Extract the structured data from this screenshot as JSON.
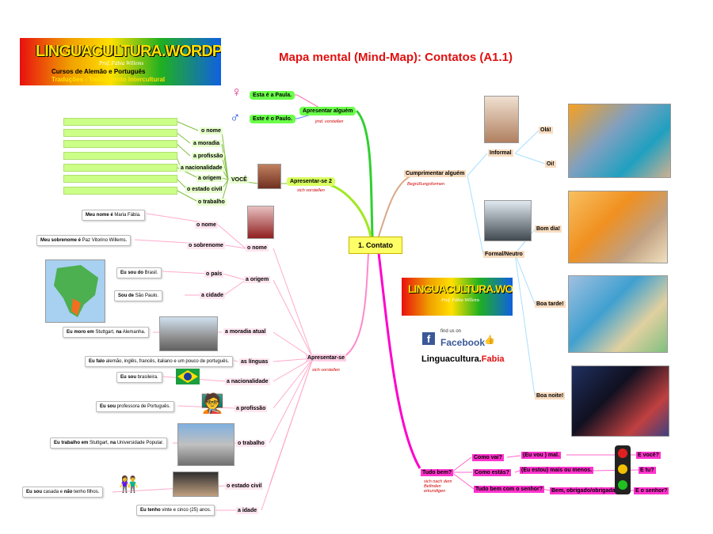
{
  "title": "Mapa mental (Mind-Map): Contatos (A1.1)",
  "central": "1. Contato",
  "logo": {
    "main": "LINGUACULTURA.WORDPRESS.COM",
    "author": "Prof. Fábia Willems",
    "line2": "Cursos de Alemão e Português",
    "line3": "Traduções - Treinamento Intercultural"
  },
  "logo_small": {
    "main": "LINGUACULTURA.WORDPRESS.COM",
    "author": "Prof. Fábia Willems"
  },
  "facebook": {
    "find": "find us on",
    "name": "Facebook",
    "signature_main": "Linguacultura.",
    "signature_name": "Fabia"
  },
  "apresentar_alguem": {
    "label": "Apresentar alguém",
    "sub": "jmd. vorstellen",
    "female": "Esta é a Paula.",
    "male": "Este é o Paulo."
  },
  "apresentar_se_2": {
    "label": "Apresentar-se 2",
    "sub": "sich vorstellen",
    "voce": "VOCÊ",
    "items": [
      "o nome",
      "a moradia",
      "a profissão",
      "a nacionalidade",
      "a origem",
      "o estado civil",
      "o trabalho"
    ]
  },
  "apresentar_se": {
    "label": "Apresentar-se",
    "sub": "sich vorstellen",
    "nome": "o nome",
    "nome_sub1": "o nome",
    "nome_sub2": "o sobrenome",
    "sent_nome": [
      "Meu nome é",
      " Maria Fábia."
    ],
    "sent_sobrenome": [
      "Meu sobrenome é",
      " Paz Vitorino Willems."
    ],
    "origem": "a origem",
    "pais": "o país",
    "cidade": "a cidade",
    "sent_pais": [
      "Eu sou do",
      " Brasil."
    ],
    "sent_cidade": [
      "Sou de",
      " São Paulo."
    ],
    "moradia": "a moradia atual",
    "sent_moradia": [
      "Eu moro em",
      " Stuttgart, ",
      "na",
      " Alemanha."
    ],
    "linguas": "as línguas",
    "sent_linguas": [
      "Eu falo",
      " alemão, inglês, francês, italiano e um pouco de português."
    ],
    "nacionalidade": "a nacionalidade",
    "sent_nacionalidade": [
      "Eu sou",
      " brasileira."
    ],
    "profissao": "a profissão",
    "sent_profissao": [
      "Eu sou",
      " professora de Português."
    ],
    "trabalho": "o trabalho",
    "sent_trabalho": [
      "Eu trabalho em",
      " Stuttgart, ",
      "na",
      " Universidade Popular."
    ],
    "estado_civil": "o estado civil",
    "sent_estado": [
      "Eu sou",
      " casada e ",
      "não",
      " tenho filhos."
    ],
    "idade": "a idade",
    "sent_idade": [
      "Eu tenho",
      " vinte e cinco (25) anos."
    ]
  },
  "cumprimentar": {
    "label": "Cumprimentar alguém",
    "sub": "Begrüßungsformen",
    "informal": "Informal",
    "ola": "Olá!",
    "oi": "Oi!",
    "formal": "Formal/Neutro",
    "bom_dia": "Bom dia!",
    "boa_tarde": "Boa tarde!",
    "boa_noite": "Boa noite!"
  },
  "tudo_bem": {
    "label": "Tudo bem?",
    "sub": "sich nach dem Befinden erkundigen",
    "q1": "Como vai?",
    "q2": "Como estás?",
    "q3": "Tudo bem com o senhor?",
    "a1": "(Eu vou ) mal.",
    "a2": "(Eu estou) mais ou menos.",
    "a3": "Bem, obrigado/obrigada.",
    "r1": "E você?",
    "r2": "E tu?",
    "r3": "E o senhor?"
  },
  "colors": {
    "title": "#e01010",
    "central": "#ffff66",
    "green_branch": "#40e040",
    "pink_branch": "#ff33cc",
    "brown_branch": "#d8a888",
    "sub_text": "#d00000"
  }
}
